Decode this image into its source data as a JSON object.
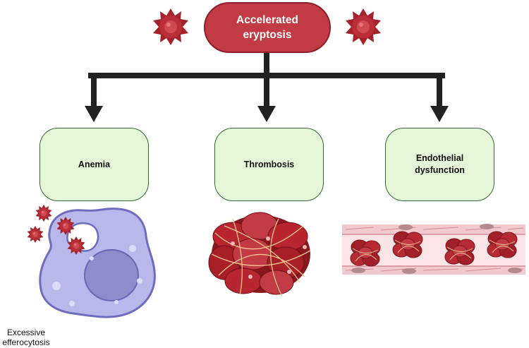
{
  "diagram": {
    "top_node": "Accelerated\neryptosis",
    "children": [
      "Anemia",
      "Thrombosis",
      "Endothelial\ndysfunction"
    ],
    "macrophage_label": "Excessive\nefferocytosis"
  },
  "colors": {
    "top_fill": "#c23b44",
    "child_fill": "#e6f7d9",
    "child_border": "#2e6b2e",
    "arrow": "#222222",
    "rbc": "#b2252f",
    "macrophage": "#b7b6e8"
  },
  "icons": [
    "spiky-rbc-icon",
    "macrophage-icon",
    "blood-clot-icon",
    "blood-vessel-icon"
  ]
}
